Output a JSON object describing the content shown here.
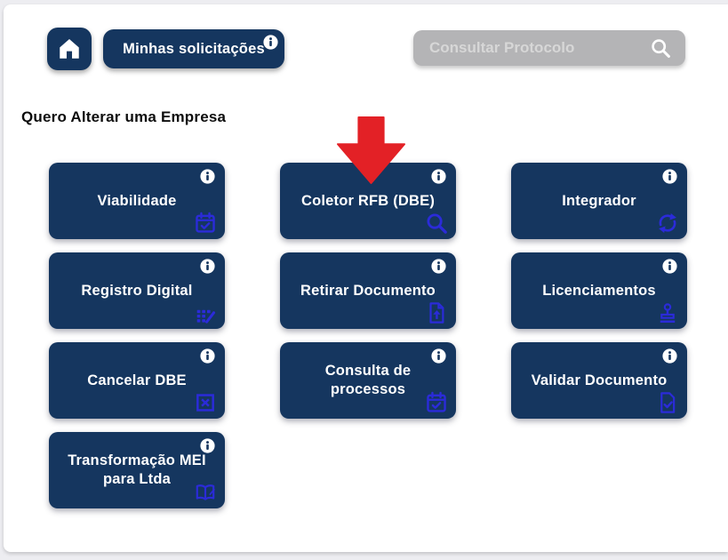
{
  "colors": {
    "card_navy": "#15365f",
    "icon_blue": "#2b2bd9",
    "arrow_red": "#e32126",
    "search_gray": "#b4b4b6",
    "frame_gray": "#ededf1"
  },
  "header": {
    "home_button": {
      "icon": "home-icon"
    },
    "requests_button": {
      "label": "Minhas solicitações",
      "icon": "info-icon"
    },
    "search": {
      "placeholder": "Consultar Protocolo",
      "icon": "search-icon"
    }
  },
  "section": {
    "title": "Quero Alterar uma Empresa"
  },
  "overlay": {
    "arrow_icon": "red-arrow-down-icon",
    "color": "#e32126"
  },
  "cards": [
    {
      "label": "Viabilidade",
      "icon": "calendar-check-icon",
      "info_icon": "info-icon"
    },
    {
      "label": "Coletor RFB (DBE)",
      "icon": "search-icon",
      "info_icon": "info-icon"
    },
    {
      "label": "Integrador",
      "icon": "sync-icon",
      "info_icon": "info-icon"
    },
    {
      "label": "Registro Digital",
      "icon": "grid-edit-icon",
      "info_icon": "info-icon"
    },
    {
      "label": "Retirar Documento",
      "icon": "file-upload-icon",
      "info_icon": "info-icon"
    },
    {
      "label": "Licenciamentos",
      "icon": "stamp-icon",
      "info_icon": "info-icon"
    },
    {
      "label": "Cancelar DBE",
      "icon": "square-x-icon",
      "info_icon": "info-icon"
    },
    {
      "label": "Consulta de processos",
      "icon": "calendar-check-icon",
      "info_icon": "info-icon"
    },
    {
      "label": "Validar Documento",
      "icon": "file-check-icon",
      "info_icon": "info-icon"
    },
    {
      "label": "Transformação MEI para Ltda",
      "icon": "open-book-icon",
      "info_icon": "info-icon"
    }
  ]
}
